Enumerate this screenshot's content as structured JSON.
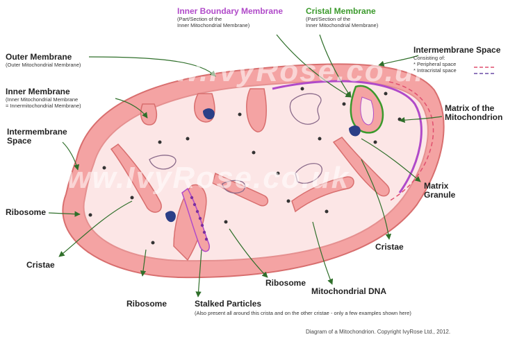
{
  "labels": {
    "inner_boundary": {
      "title": "Inner Boundary Membrane",
      "sub1": "(Part/Section of the",
      "sub2": "Inner Mitochondrial Membrane)"
    },
    "cristal": {
      "title": "Cristal Membrane",
      "sub1": "(Part/Section of the",
      "sub2": "Inner Mitochondrial Membrane)"
    },
    "outer_membrane": {
      "title": "Outer Membrane",
      "sub": "(Outer Mitochondrial Membrane)"
    },
    "inner_membrane": {
      "title": "Inner Membrane",
      "sub1": "(Inner Mitochondrial Membrane",
      "sub2": "= Innermitochondrial Membrane)"
    },
    "intermembrane_left": {
      "line1": "Intermembrane",
      "line2": "Space"
    },
    "intermembrane_right": {
      "title": "Intermembrane Space",
      "consisting": "Consisting of:",
      "peripheral": "* Peripheral space",
      "intracristal": "* Intracristal space"
    },
    "matrix": {
      "line1": "Matrix of the",
      "line2": "Mitochondrion"
    },
    "matrix_granule": {
      "line1": "Matrix",
      "line2": "Granule"
    },
    "cristae_right": "Cristae",
    "cristae_left": "Cristae",
    "ribosome_left": "Ribosome",
    "ribosome_bottom": "Ribosome",
    "ribosome_mid": "Ribosome",
    "mito_dna": "Mitochondrial DNA",
    "stalked": {
      "title": "Stalked Particles",
      "note": "(Also present all around this crista and on the other cristae - only a few examples shown here)"
    },
    "caption": "Diagram of a Mitochondrion. Copyright IvyRose Ltd., 2012."
  },
  "watermark": {
    "text1": "www.IvyRose.co.uk",
    "text2": "www.IvyRose.co.uk"
  },
  "colors": {
    "outer_fill": "#f4a3a3",
    "outer_stroke": "#d86e6e",
    "matrix_fill": "#fce6e6",
    "inner_boundary": "#b04ac9",
    "cristal": "#3b9a2c",
    "granule": "#2b3f87",
    "arrow": "#2f6f2a"
  }
}
